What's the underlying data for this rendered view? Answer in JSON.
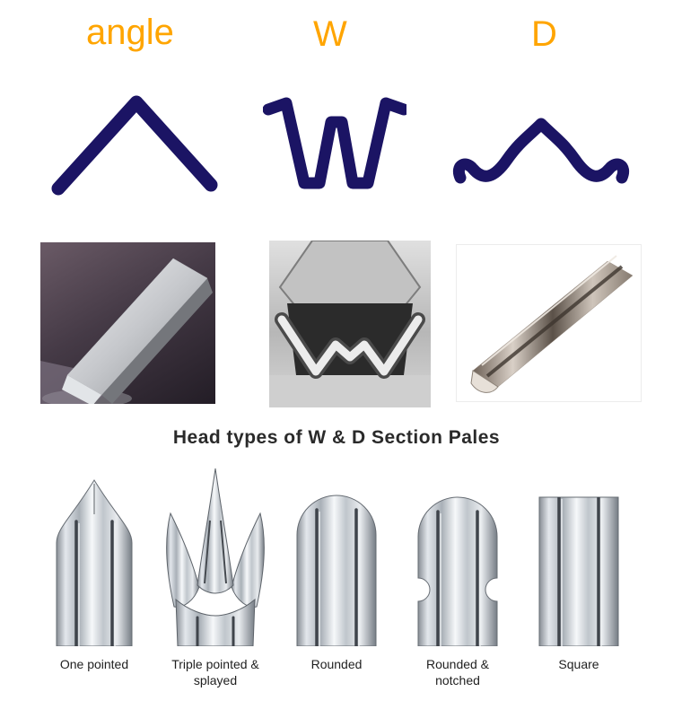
{
  "colors": {
    "label_orange": "#FFA500",
    "profile_navy": "#1b1464",
    "title_color": "#2a2a2a"
  },
  "profile_labels": {
    "angle": "angle",
    "w": "W",
    "d": "D"
  },
  "head_section": {
    "title": "Head types of  W & D Section Pales",
    "types": [
      {
        "label": "One pointed"
      },
      {
        "label": "Triple pointed & splayed"
      },
      {
        "label": "Rounded"
      },
      {
        "label": "Rounded & notched"
      },
      {
        "label": "Square"
      }
    ]
  }
}
